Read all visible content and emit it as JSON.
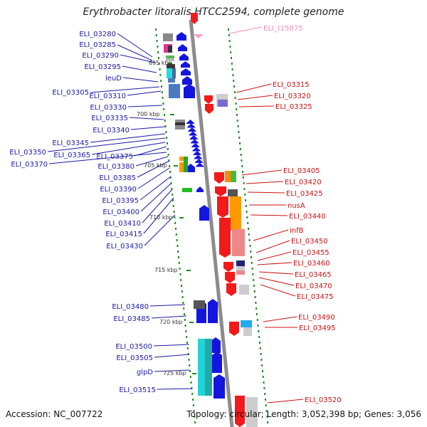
{
  "title": "Erythrobacter litoralis HTCC2594, complete genome",
  "accession": "Accession: NC_007722",
  "topology": "Topology: circular; Length: 3,052,398 bp; Genes: 3,056",
  "colors": {
    "forward_label": "#1a1aa8",
    "reverse_label": "#cc1111",
    "rna_label": "#f48fb1",
    "forward_gene": "#1515e0",
    "reverse_gene": "#f21a1a",
    "backbone": "#8c8c8c",
    "tick": "#1e8c1e"
  },
  "kbp_labels": [
    {
      "text": "695 kbp"
    },
    {
      "text": "700 kbp"
    },
    {
      "text": "705 kbp"
    },
    {
      "text": "710 kbp"
    },
    {
      "text": "715 kbp"
    },
    {
      "text": "720 kbp"
    },
    {
      "text": "725 kbp"
    }
  ],
  "forward_labels": [
    "ELI_03280",
    "ELI_03285",
    "ELI_03290",
    "ELI_03295",
    "leuD",
    "ELI_03305",
    "ELI_03310",
    "ELI_03330",
    "ELI_03335",
    "ELI_03340",
    "ELI_03345",
    "ELI_03350",
    "ELI_03365",
    "ELI_03375",
    "ELI_03370",
    "ELI_03380",
    "ELI_03385",
    "ELI_03390",
    "ELI_03395",
    "ELI_03400",
    "ELI_03410",
    "ELI_03415",
    "ELI_03430",
    "ELI_03480",
    "ELI_03485",
    "ELI_03500",
    "ELI_03505",
    "glpD",
    "ELI_03515"
  ],
  "reverse_labels": [
    "ELI_t15075",
    "ELI_03315",
    "ELI_03320",
    "ELI_03325",
    "ELI_03405",
    "ELI_03420",
    "ELI_03425",
    "nusA",
    "ELI_03440",
    "infB",
    "ELI_03450",
    "ELI_03455",
    "ELI_03460",
    "ELI_03465",
    "ELI_03470",
    "ELI_03475",
    "ELI_03490",
    "ELI_03495",
    "ELI_03520"
  ]
}
